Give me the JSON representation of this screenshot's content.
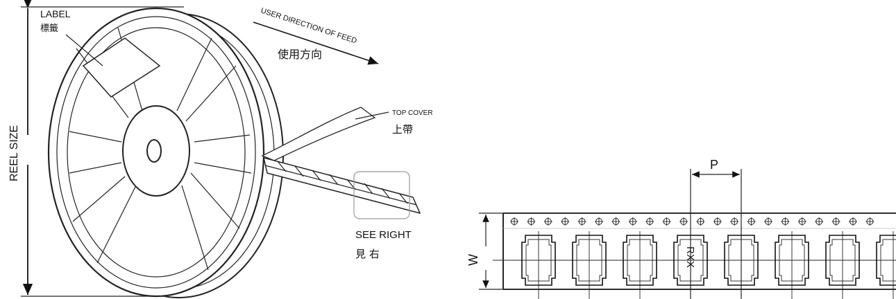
{
  "reel": {
    "size_label": "REEL SIZE",
    "label_en": "LABEL",
    "label_cn": "標籤",
    "feed_en": "USER DIRECTION OF FEED",
    "feed_cn": "使用方向",
    "cover_en": "TOP COVER",
    "cover_cn": "上帶",
    "see_en": "SEE RIGHT",
    "see_cn": "見 右"
  },
  "tape": {
    "pitch_label": "P",
    "width_label": "W",
    "part_marking": "RXX",
    "sprocket_hole_count": 22,
    "pocket_count": 8
  }
}
